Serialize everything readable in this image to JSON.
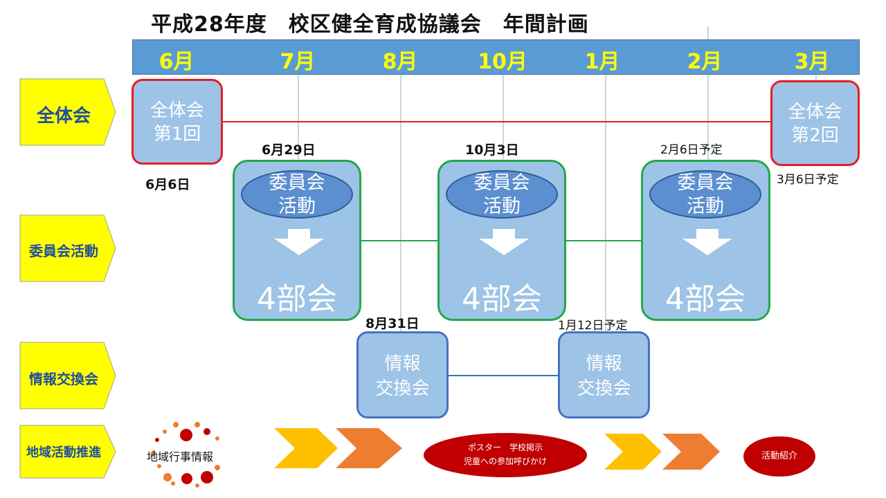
{
  "title": "平成28年度　校区健全育成協議会　年間計画",
  "months": [
    "6月",
    "7月",
    "8月",
    "10月",
    "1月",
    "2月",
    "3月"
  ],
  "categories": {
    "plenary": "全体会",
    "committee": "委員会活動",
    "exchange": "情報交換会",
    "community": "地域活動推進"
  },
  "plenary": {
    "first": {
      "line1": "全体会",
      "line2": "第1回",
      "date": "6月6日"
    },
    "second": {
      "line1": "全体会",
      "line2": "第2回",
      "date": "3月6日予定"
    }
  },
  "committee_blocks": [
    {
      "date": "6月29日",
      "oval_line1": "委員会",
      "oval_line2": "活動",
      "bottom": "4部会"
    },
    {
      "date": "10月3日",
      "oval_line1": "委員会",
      "oval_line2": "活動",
      "bottom": "4部会"
    },
    {
      "date": "2月6日予定",
      "oval_line1": "委員会",
      "oval_line2": "活動",
      "bottom": "4部会"
    }
  ],
  "exchange_blocks": [
    {
      "date": "8月31日",
      "line1": "情報",
      "line2": "交換会"
    },
    {
      "date": "1月12日予定",
      "line1": "情報",
      "line2": "交換会"
    }
  ],
  "community": {
    "info": "地域行事情報",
    "poster_line1": "ポスター　学校掲示",
    "poster_line2": "児童への参加呼びかけ",
    "intro": "活動紹介"
  },
  "colors": {
    "band": "#5b9bd5",
    "month_text": "#ffff00",
    "category_fill": "#ffff00",
    "box_fill": "#9dc3e6",
    "plenary_border": "#e31e24",
    "committee_border": "#22a84a",
    "exchange_border": "#4472c4",
    "chevron_orange": "#ed7d31",
    "chevron_gold": "#ffc000",
    "dark_red": "#c00000"
  }
}
